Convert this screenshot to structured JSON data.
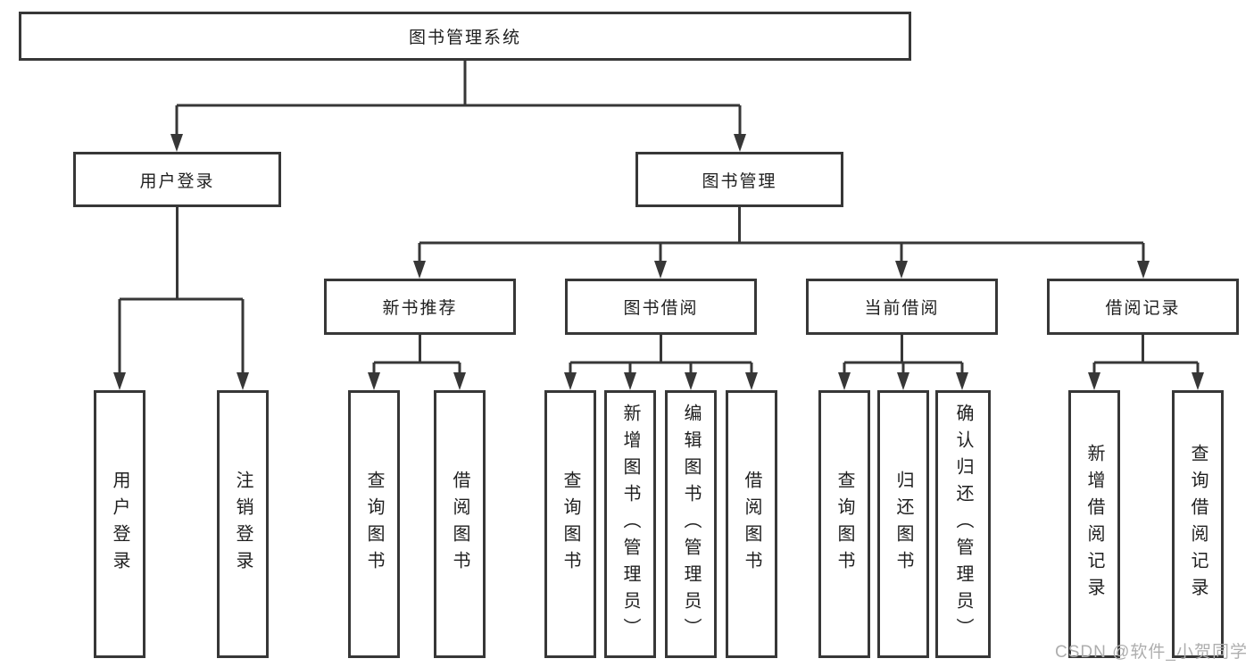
{
  "tree": {
    "root": {
      "label": "图书管理系统",
      "children": [
        {
          "label": "用户登录",
          "children": [
            {
              "label": "用户登录"
            },
            {
              "label": "注销登录"
            }
          ]
        },
        {
          "label": "图书管理",
          "children": [
            {
              "label": "新书推荐",
              "children": [
                {
                  "label": "查询图书"
                },
                {
                  "label": "借阅图书"
                }
              ]
            },
            {
              "label": "图书借阅",
              "children": [
                {
                  "label": "查询图书"
                },
                {
                  "label": "新增图书（管理员）"
                },
                {
                  "label": "编辑图书（管理员）"
                },
                {
                  "label": "借阅图书"
                }
              ]
            },
            {
              "label": "当前借阅",
              "children": [
                {
                  "label": "查询图书"
                },
                {
                  "label": "归还图书"
                },
                {
                  "label": "确认归还（管理员）"
                }
              ]
            },
            {
              "label": "借阅记录",
              "children": [
                {
                  "label": "新增借阅记录"
                },
                {
                  "label": "查询借阅记录"
                }
              ]
            }
          ]
        }
      ]
    }
  },
  "watermark": {
    "text": "CSDN @软件_小贺同学",
    "color": "#aeaeae"
  },
  "colors": {
    "line": "#373737",
    "background": "#ffffff",
    "box_fill": "#ffffff",
    "text": "#1f1f1f"
  }
}
